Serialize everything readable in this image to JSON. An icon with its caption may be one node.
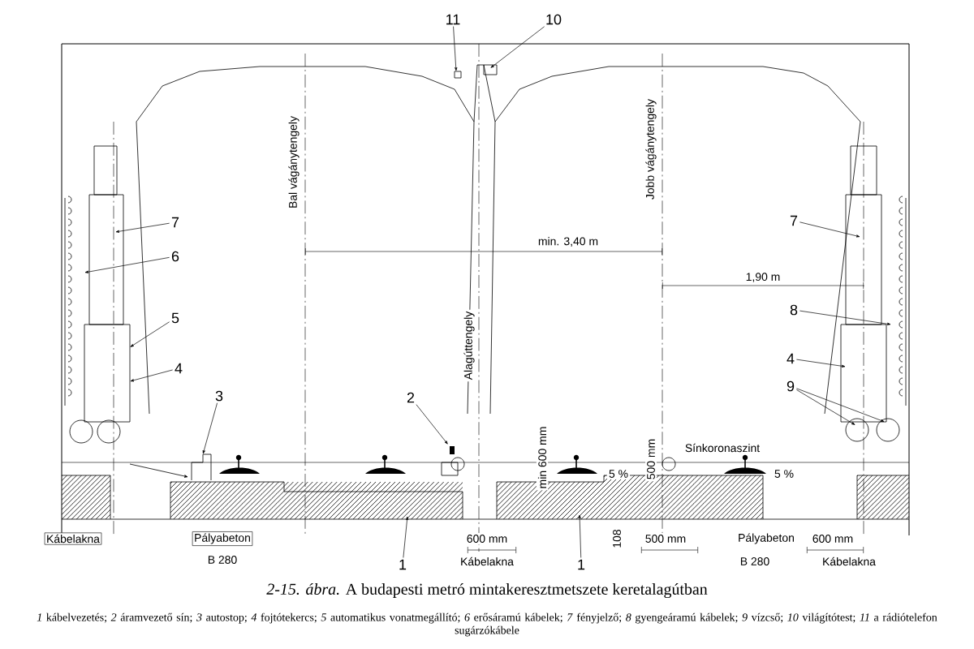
{
  "diagram": {
    "caption": "*2-15. ábra.* A budapesti metró mintakeresztmetszete keretalagútban",
    "nodes": [
      {
        "text": [
          "11"
        ]
      },
      {
        "text": [
          "10"
        ]
      },
      {
        "text": [
          "7"
        ]
      },
      {
        "text": [
          "6"
        ]
      },
      {
        "text": [
          "5"
        ]
      },
      {
        "text": [
          "4"
        ]
      },
      {
        "text": [
          "3"
        ]
      },
      {
        "text": [
          "2"
        ]
      },
      {
        "text": [
          "7"
        ]
      },
      {
        "text": [
          "8"
        ]
      },
      {
        "text": [
          "4"
        ]
      },
      {
        "text": [
          "9"
        ]
      },
      {
        "text": [
          "1"
        ]
      },
      {
        "text": [
          "1"
        ]
      }
    ],
    "edges": [
      {
        "from": 0,
        "to": null,
        "arrow": "to"
      },
      {
        "from": 1,
        "to": null,
        "arrow": "to"
      },
      {
        "from": 2,
        "to": null,
        "arrow": "to"
      },
      {
        "from": 3,
        "to": null,
        "arrow": "to"
      },
      {
        "from": 4,
        "to": null,
        "arrow": "to"
      },
      {
        "from": 5,
        "to": null,
        "arrow": "to"
      },
      {
        "from": 6,
        "to": null,
        "arrow": "to"
      },
      {
        "from": 7,
        "to": null,
        "arrow": "to"
      },
      {
        "from": 8,
        "to": null,
        "arrow": "to"
      },
      {
        "from": 9,
        "to": null,
        "arrow": "to"
      },
      {
        "from": 10,
        "to": null,
        "arrow": "to"
      },
      {
        "from": 11,
        "to": null,
        "arrow": "to"
      },
      {
        "from": 11,
        "to": null,
        "arrow": "to"
      },
      {
        "from": 12,
        "to": null,
        "arrow": "to"
      },
      {
        "from": 13,
        "to": null,
        "arrow": "to"
      }
    ],
    "labels": [
      "Bal vágánytengely",
      "Jobb vágánytengely",
      "min. 3,40 m",
      "1,90 m",
      "Alagúttengely",
      "Sínkoronaszint",
      "min 600 mm",
      "500 mm",
      "5 %",
      "5 %",
      "Kábelakna",
      "Pályabeton",
      "600 mm",
      "108",
      "500 mm",
      "Pályabeton",
      "600 mm",
      "B 280",
      "Kábelakna",
      "B 280",
      "Kábelakna",
      "*1* kábelvezetés; *2* áramvezető sín; *3* autostop; *4* fojtótekercs; *5* automatikus vonatmegállító; *6* erősáramú kábelek; *7* fényjelző; *8* gyengeáramú kábelek; *9* vízcső; *10* világítótest; *11* a rádiótelefon sugárzókábele"
    ]
  }
}
